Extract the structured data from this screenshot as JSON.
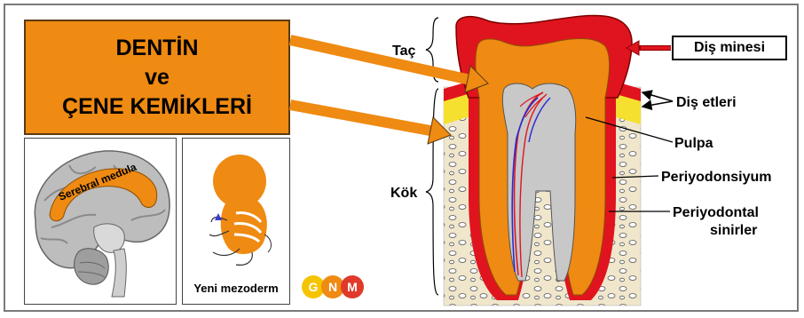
{
  "title": {
    "line1": "DENTİN",
    "line2": "ve",
    "line3": "ÇENE KEMİKLERİ"
  },
  "brain": {
    "label": "Serebral medula"
  },
  "embryo": {
    "label": "Yeni mezoderm"
  },
  "logo": {
    "letters": [
      "G",
      "N",
      "M"
    ],
    "colors": [
      "#f5c400",
      "#ef8a12",
      "#e03a2a"
    ]
  },
  "tooth": {
    "crown_label": "Taç",
    "root_label": "Kök",
    "labels": {
      "enamel": "Diş minesi",
      "gums": "Diş etleri",
      "pulp": "Pulpa",
      "periodontium": "Periyodonsiyum",
      "nerves_line1": "Periyodontal",
      "nerves_line2": "sinirler"
    }
  },
  "colors": {
    "accent": "#ef8a12",
    "enamel_red": "#e0141e",
    "gum_yellow": "#f5e030",
    "bone": "#f0e6cc"
  }
}
